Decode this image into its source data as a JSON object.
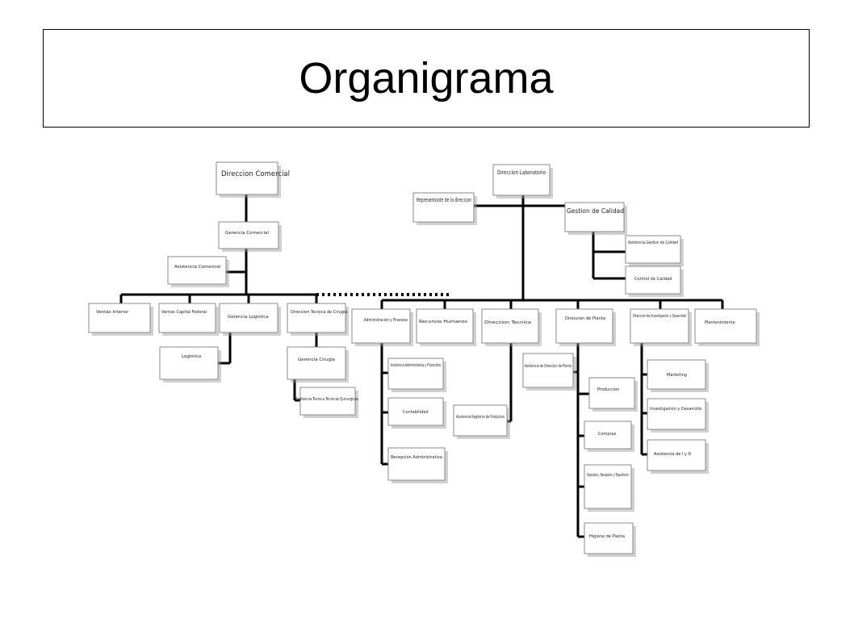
{
  "title": "Organigrama",
  "nodes": {
    "direccion_comercial": "Direccion Comercial",
    "gerencia_comercial": "Gerencia Comercial",
    "asistencia_comercial": "Asistencia Comercial",
    "ventas_interior": "Ventas Interior",
    "ventas_capital": "Ventas Capital Federal",
    "gerencia_logistica": "Gerencia Logistica",
    "direccion_tecnica_cirugia": "Direccion Tecnica de Cirugia",
    "logistica": "Logistica",
    "gerencia_cirugia": "Gerencia Cirugia",
    "asistencia_tecnica": "Asistencia Tecnica Tecnicas Quirurgicas",
    "direccion_laboratorio": "Direccion Laboratorio",
    "representante": "Representante de la direccion",
    "gestion_calidad": "Gestion de Calidad",
    "asistencia_gestion_calidad": "Asistencia Gestion de Calidad",
    "control_calidad": "Control de Calidad",
    "administracion_finanzas": "Administracion y Finanzas",
    "recursos_humanos": "Recursos Humanos",
    "direccion_tecnica": "Direccion Tecnica",
    "direccion_planta": "Direccion de Planta",
    "direccion_id": "Direccion de Investigacion y Desarrollo",
    "mantenimiento": "Mantenimiento",
    "asistencia_admin": "Asistencia Administrativa y Financiera",
    "contabilidad": "Contabilidad",
    "recepcion_admin": "Recepcion Administrativa",
    "asistencia_registros": "Asistencia Registros de Productos",
    "asistencia_direccion_planta": "Asistencia de Direccion de Planta",
    "produccion": "Produccion",
    "compras": "Compras",
    "depositos": "Depositos, Recepcion y Expedicion",
    "higiene": "Higiene de Planta",
    "marketing": "Marketing",
    "investigacion": "Investigacion y Desarrollo",
    "asistencia_id": "Asistencia de I y D"
  }
}
